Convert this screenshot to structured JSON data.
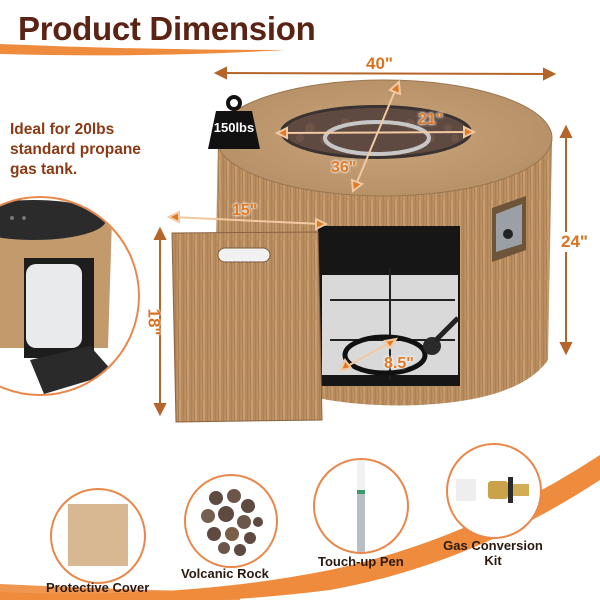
{
  "header": {
    "title": "Product Dimension"
  },
  "note": {
    "lines": [
      "Ideal for 20lbs",
      "standard propane",
      "gas tank."
    ]
  },
  "dimensions": {
    "width": "40\"",
    "height": "24\"",
    "depth_diagonal": "36\"",
    "burner_opening": "21\"",
    "door_width": "15\"",
    "tank_compartment_height": "18\"",
    "burner_ring": "8.5\""
  },
  "weight_badge": {
    "label": "150lbs"
  },
  "accessories": [
    {
      "label": "Protective Cover"
    },
    {
      "label": "Volcanic Rock"
    },
    {
      "label": "Touch-up Pen"
    },
    {
      "label": "Gas Conversion",
      "label2": "Kit"
    }
  ],
  "colors": {
    "title": "#5a2314",
    "accent_orange": "#e9874a",
    "dimension_line": "#b5642a",
    "wood": "#c79a69"
  }
}
